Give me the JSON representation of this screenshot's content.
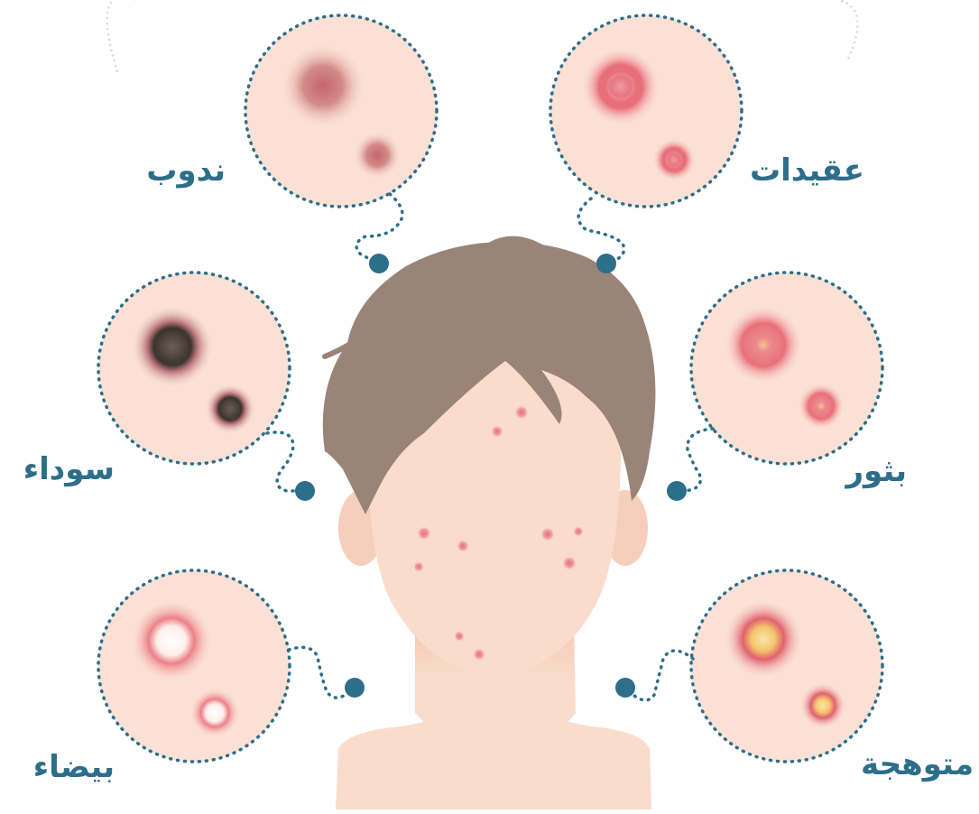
{
  "colors": {
    "accent": "#2d6e8a",
    "skin": "#f9dccb",
    "skin_shadow": "#f1c3ad",
    "hair": "#9a8478",
    "lesion_red": "#e8707a",
    "circle_fill": "#fbe1d5"
  },
  "labels": {
    "scars": "ندوب",
    "nodules": "عقيدات",
    "blackheads": "سوداء",
    "pimples": "بثور",
    "whiteheads": "بيضاء",
    "inflamed": "متوهجة"
  },
  "icons": [
    "hair",
    "face",
    "ears",
    "neck",
    "acne-spots",
    "magnifier-circles",
    "dotted-connectors"
  ]
}
